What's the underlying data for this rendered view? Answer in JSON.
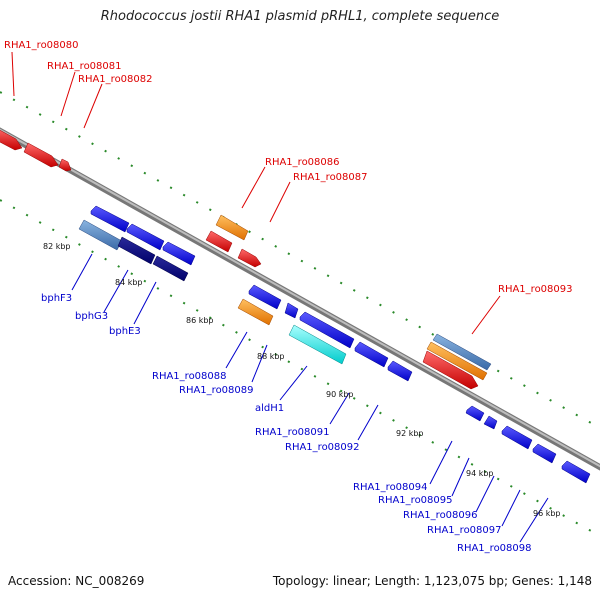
{
  "title": "Rhodococcus jostii RHA1 plasmid pRHL1, complete sequence",
  "footer": {
    "accession": "Accession: NC_008269",
    "summary": "Topology: linear; Length: 1,123,075 bp; Genes: 1,148"
  },
  "colors": {
    "forward_label": "#dd0000",
    "reverse_label": "#0000cc",
    "backbone": "#888888",
    "tick_mark": "#2a8a2a"
  },
  "ticks": [
    "82 kbp",
    "84 kbp",
    "86 kbp",
    "88 kbp",
    "90 kbp",
    "92 kbp",
    "94 kbp",
    "96 kbp"
  ],
  "forward_labels": [
    "RHA1_ro08080",
    "RHA1_ro08081",
    "RHA1_ro08082",
    "RHA1_ro08086",
    "RHA1_ro08087",
    "RHA1_ro08093"
  ],
  "reverse_labels": [
    "bphF3",
    "bphG3",
    "bphE3",
    "RHA1_ro08088",
    "RHA1_ro08089",
    "aldH1",
    "RHA1_ro08091",
    "RHA1_ro08092",
    "RHA1_ro08094",
    "RHA1_ro08095",
    "RHA1_ro08096",
    "RHA1_ro08097",
    "RHA1_ro08098"
  ]
}
